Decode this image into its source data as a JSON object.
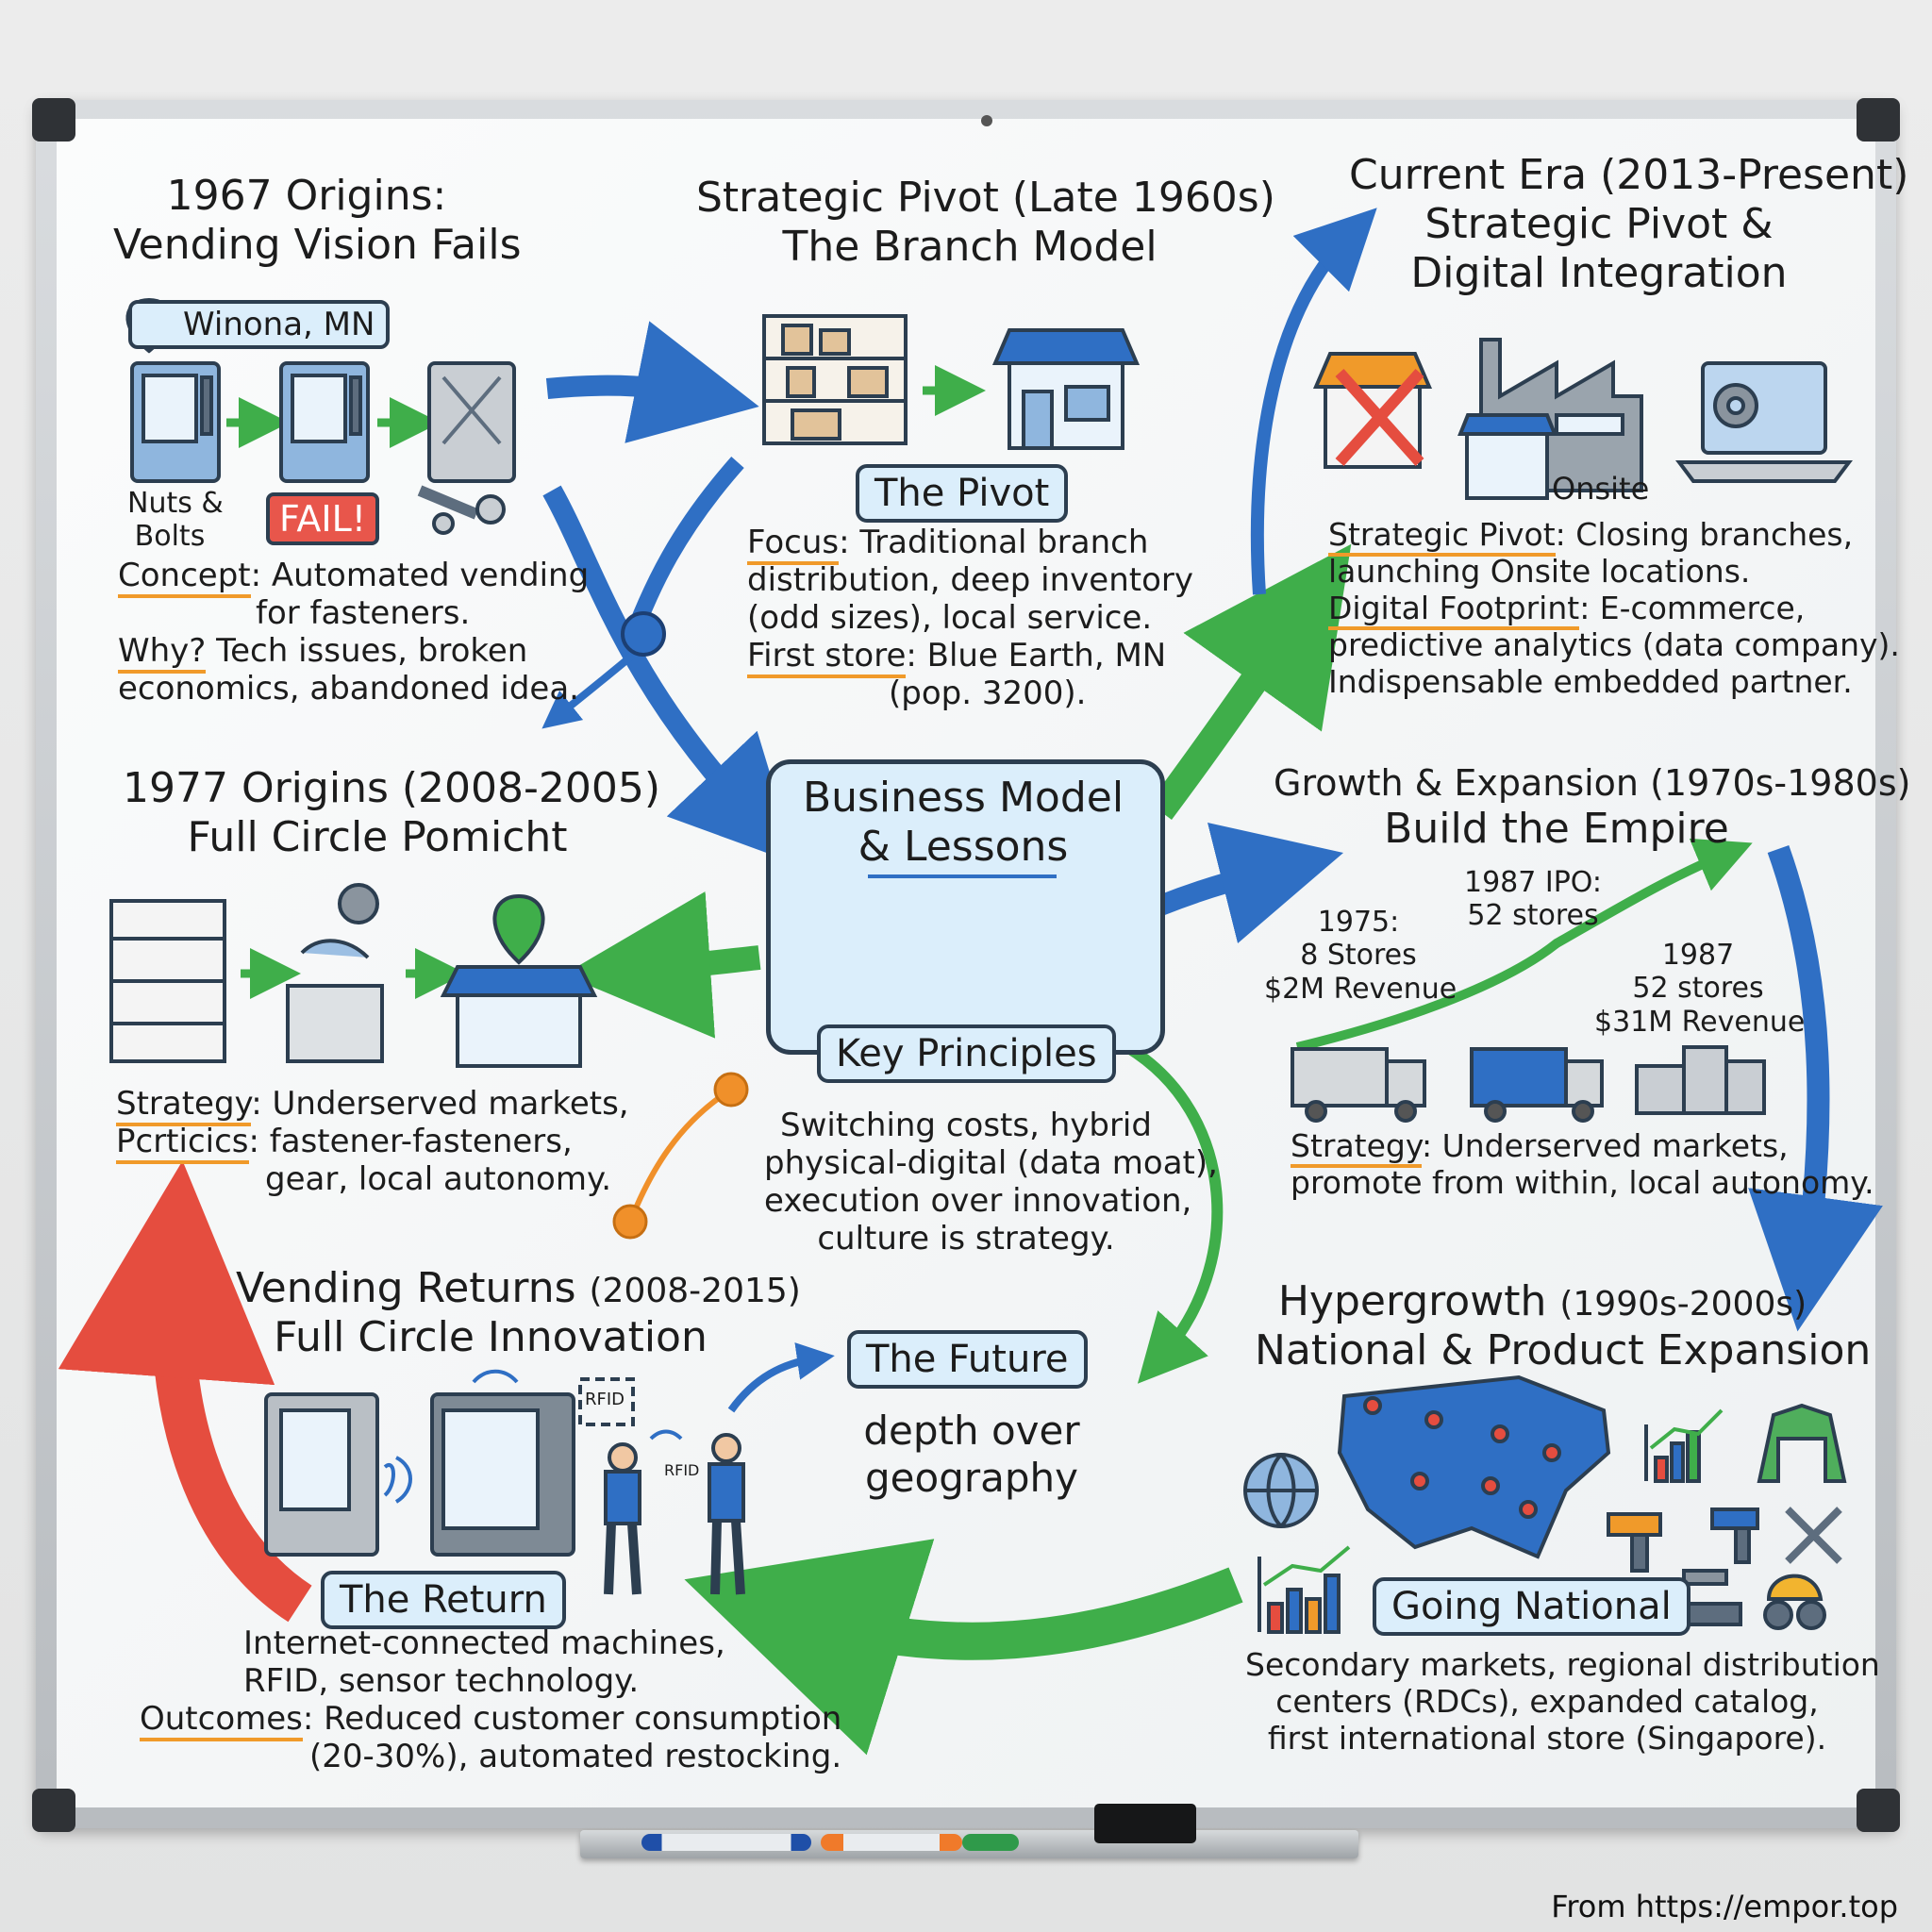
{
  "sections": {
    "origins1967": {
      "title": [
        "1967 Origins:",
        "Vending Vision Fails"
      ],
      "location": "Winona, MN",
      "caption": [
        "Nuts &",
        "Bolts"
      ],
      "badge": "FAIL!",
      "lines": [
        {
          "label": "Concept",
          "text": ": Automated vending"
        },
        {
          "label": "",
          "text": "for fasteners."
        },
        {
          "label": "Why?",
          "text": " Tech issues, broken"
        },
        {
          "label": "",
          "text": "economics, abandoned idea."
        }
      ]
    },
    "pivot": {
      "title": [
        "Strategic Pivot (Late 1960s)",
        "The Branch Model"
      ],
      "badge": "The Pivot",
      "lines": [
        {
          "label": "Focus",
          "text": ": Traditional branch"
        },
        {
          "label": "",
          "text": "distribution, deep inventory"
        },
        {
          "label": "",
          "text": "(odd sizes), local service."
        },
        {
          "label": "First store",
          "text": ": Blue Earth, MN"
        },
        {
          "label": "",
          "text": "(pop. 3200)."
        }
      ]
    },
    "current": {
      "title": [
        "Current Era (2013-Present)",
        "Strategic Pivot &",
        "Digital Integration"
      ],
      "icon_label": "Onsite",
      "lines": [
        {
          "label": "Strategic Pivot",
          "text": ": Closing branches,"
        },
        {
          "label": "",
          "text": "launching Onsite locations."
        },
        {
          "label": "Digital Footprint",
          "text": ": E-commerce,"
        },
        {
          "label": "",
          "text": "predictive analytics (data company)."
        },
        {
          "label": "",
          "text": "Indispensable embedded partner."
        }
      ]
    },
    "origins1977": {
      "title": [
        "1977 Origins (2008-2005)",
        "Full Circle Pomicht"
      ],
      "lines": [
        {
          "label": "Strategy",
          "text": ": Underserved markets,"
        },
        {
          "label": "Pcrticics",
          "text": ": fastener-fasteners,"
        },
        {
          "label": "",
          "text": "gear, local autonomy."
        }
      ]
    },
    "center": {
      "title": [
        "Business Model",
        "& Lessons"
      ],
      "badge": "Key Principles",
      "lines": [
        "Switching costs, hybrid",
        "physical-digital (data moat),",
        "execution over innovation,",
        "culture is strategy."
      ]
    },
    "growth": {
      "title": [
        "Growth & Expansion (1970s-1980s)",
        "Build the Empire"
      ],
      "milestones": [
        [
          "1975:",
          "8 Stores",
          "$2M Revenue"
        ],
        [
          "1987 IPO:",
          "52 stores"
        ],
        [
          "1987",
          "52 stores",
          "$31M Revenue"
        ]
      ],
      "lines": [
        {
          "label": "Strategy",
          "text": ": Underserved markets,"
        },
        {
          "label": "",
          "text": "promote from within, local autonomy."
        }
      ]
    },
    "vending": {
      "title_main": "Vending Returns ",
      "title_years": "(2008-2015)",
      "title2": "Full Circle Innovation",
      "rfid": [
        "RFID",
        "RFID"
      ],
      "badge": "The Return",
      "lines": [
        {
          "label": "",
          "text": "Internet-connected machines,"
        },
        {
          "label": "",
          "text": "RFID, sensor technology."
        },
        {
          "label": "Outcomes",
          "text": ": Reduced customer consumption"
        },
        {
          "label": "",
          "text": "(20-30%), automated restocking."
        }
      ]
    },
    "future": {
      "badge": "The Future",
      "lines": [
        "depth over",
        "geography"
      ]
    },
    "hyper": {
      "title_main": "Hypergrowth ",
      "title_years": "(1990s-2000s)",
      "title2": "National & Product Expansion",
      "badge": "Going National",
      "lines": [
        "Secondary markets, regional distribution",
        "centers (RDCs), expanded catalog,",
        "first international store (Singapore)."
      ]
    }
  },
  "credit": "From https://empor.top",
  "colors": {
    "blue": "#2f6fc4",
    "green": "#3fae4a",
    "red": "#e54d3f",
    "orange": "#f0902a",
    "ink": "#2c3e50",
    "fill": "#dbeefb"
  }
}
